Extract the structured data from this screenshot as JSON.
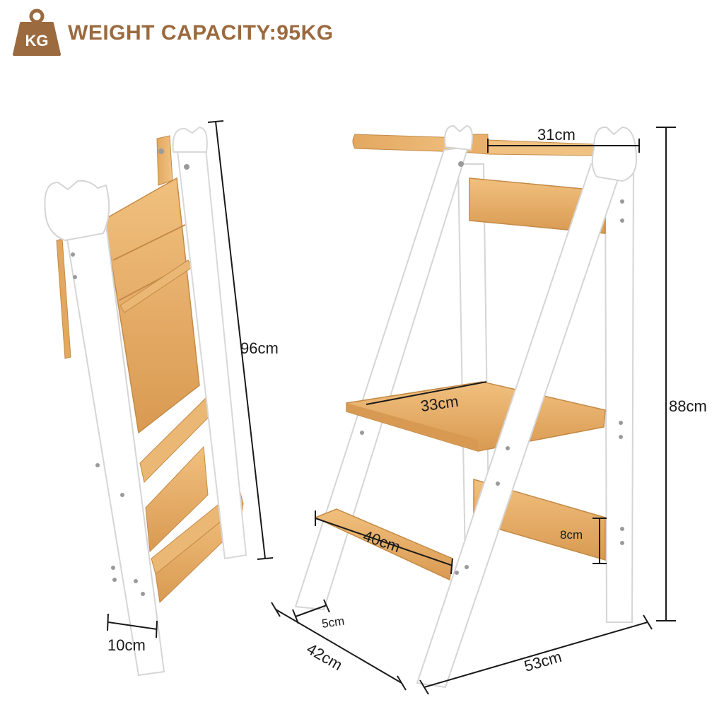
{
  "header": {
    "icon_label": "KG",
    "title": "WEIGHT CAPACITY:95KG"
  },
  "colors": {
    "accent": "#9b6a3e",
    "bamboo": "#e9b06a",
    "white_frame": "#ffffff",
    "dimension_line": "#1a1a1a"
  },
  "folded_view": {
    "height": "96cm",
    "depth": "10cm"
  },
  "open_view": {
    "guard_rail_width": "31cm",
    "platform_width": "33cm",
    "step_width": "40cm",
    "rail_height": "8cm",
    "height": "88cm",
    "step_offset": "5cm",
    "base_depth": "42cm",
    "base_width": "53cm"
  }
}
